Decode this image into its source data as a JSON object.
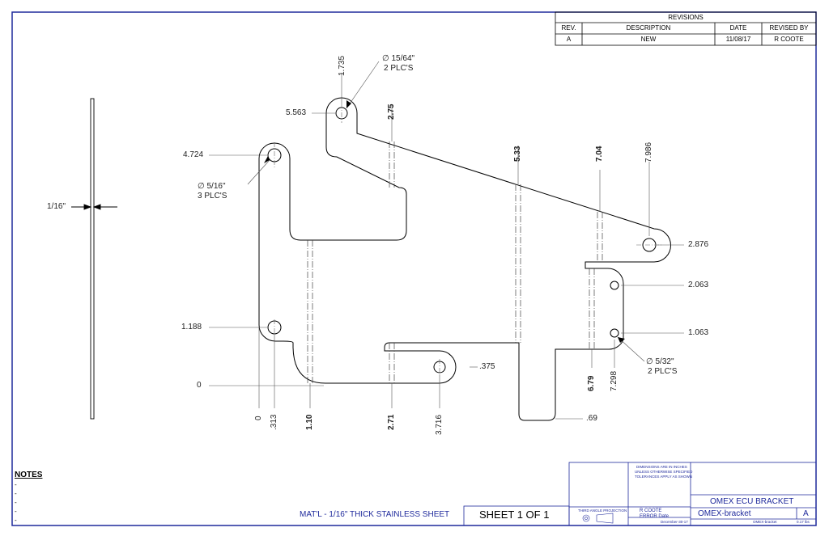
{
  "revisions": {
    "title": "REVISIONS",
    "headers": [
      "REV.",
      "DESCRIPTION",
      "DATE",
      "REVISED BY"
    ],
    "rows": [
      [
        "A",
        "NEW",
        "11/08/17",
        "R COOTE"
      ]
    ]
  },
  "dimensions": {
    "thickness": "1/16\"",
    "v_1735": "1.735",
    "hole_15_64": "∅ 15/64\"",
    "plcs_2": "2 PLC'S",
    "v_5563": "5.563",
    "v_275": "2.75",
    "v_4724": "4.724",
    "hole_5_16": "∅ 5/16\"",
    "plcs_3": "3 PLC'S",
    "v_533": "5.33",
    "v_704": "7.04",
    "v_7986": "7.986",
    "v_2876": "2.876",
    "v_2063": "2.063",
    "v_1188": "1.188",
    "v_1063": "1.063",
    "hole_5_32": "∅ 5/32\"",
    "plcs_2b": "2 PLC'S",
    "v_0_left": "0",
    "v_375": ".375",
    "v_679": "6.79",
    "v_7298": "7.298",
    "v_0_bottom": "0",
    "v_313": ".313",
    "v_110": "1.10",
    "v_271": "2.71",
    "v_3716": "3.716",
    "v_069": ".69"
  },
  "notes": {
    "title": "NOTES",
    "items": [
      "-",
      "-",
      "-",
      "-",
      "-"
    ]
  },
  "title_block": {
    "material": "MAT'L - 1/16\" THICK STAINLESS SHEET",
    "sheet": "SHEET 1 OF 1",
    "projection": "THIRD ANGLE PROJECTION",
    "tolerance_1": "DIMENSIONS ARE IN INCHES",
    "tolerance_2": "UNLESS OTHERWISE SPECIFIED",
    "tolerance_3": "TOLERANCES APPLY AS SHOWN",
    "drawn_by": "R COOTE",
    "checked": "ERROR Date",
    "date_drawn": "December-30-17",
    "project_title": "OMEX ECU BRACKET",
    "drawing_name": "OMEX-bracket",
    "file_name": "OMEX-bracket",
    "rev": "A",
    "weight": "0.17 lbs"
  }
}
